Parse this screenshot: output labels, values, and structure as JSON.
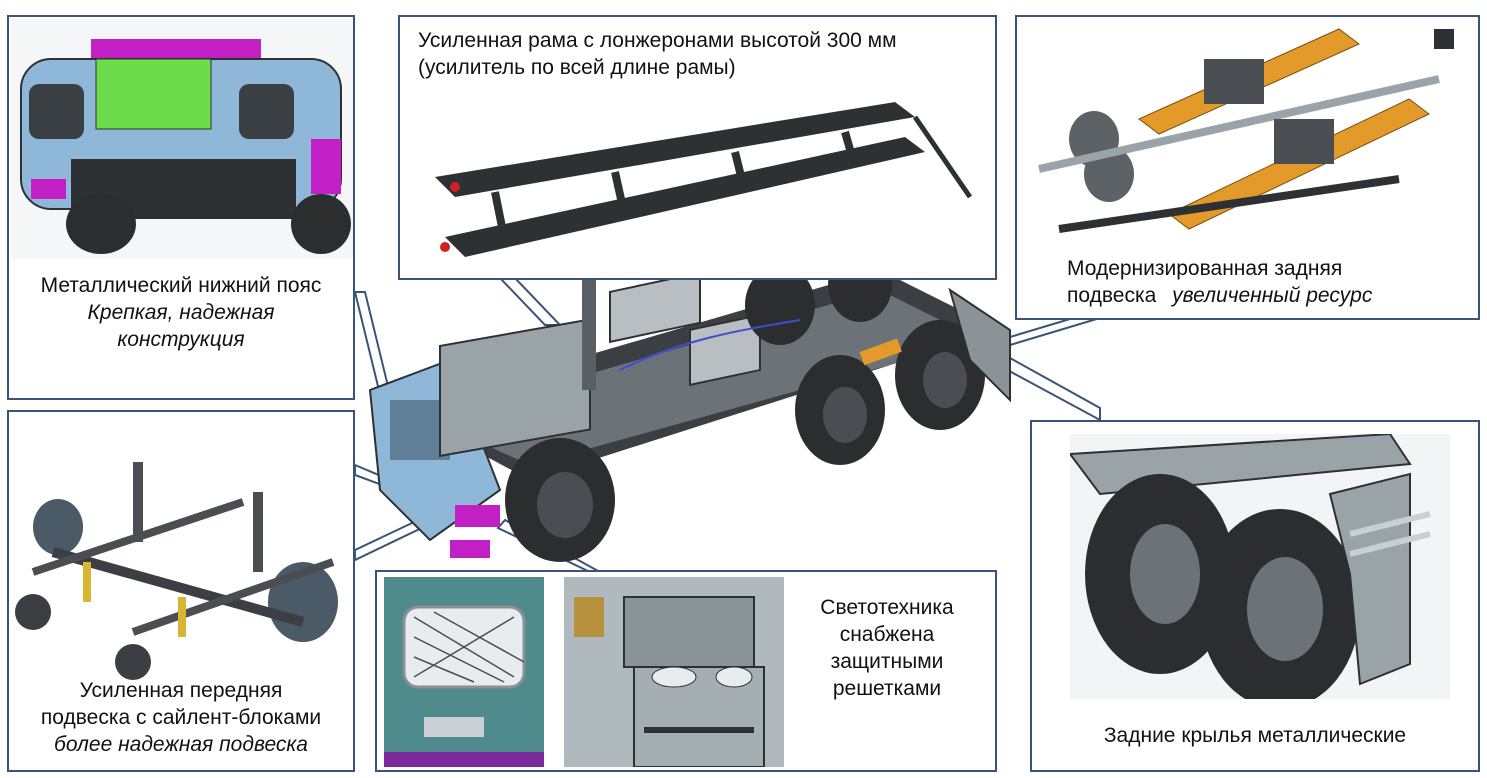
{
  "panels": {
    "front_lower_belt": {
      "line1": "Металлический нижний пояс",
      "line2": "Крепкая, надежная",
      "line3": "конструкция"
    },
    "frame": {
      "line1": "Усиленная рама с лонжеронами высотой 300 мм",
      "line2": "(усилитель по всей длине рамы)"
    },
    "rear_suspension": {
      "line1": "Модернизированная задняя",
      "line2_prefix": "подвеска",
      "line2_italic": "увеличенный ресурс"
    },
    "front_suspension": {
      "line1": "Усиленная передняя",
      "line2": "подвеска с сайлент-блоками",
      "line3": "более надежная подвеска"
    },
    "lighting": {
      "line1": "Светотехника",
      "line2": "снабжена",
      "line3": "защитными",
      "line4": "решетками"
    },
    "rear_fenders": {
      "line1": "Задние крылья металлические"
    }
  },
  "colors": {
    "border": "#3a5378",
    "cab_blue": "#8fb8d8",
    "frame_dark": "#2e3134",
    "spring_orange": "#e39a2a",
    "accent_magenta": "#c21fc4",
    "tire": "#2b2d2f"
  }
}
